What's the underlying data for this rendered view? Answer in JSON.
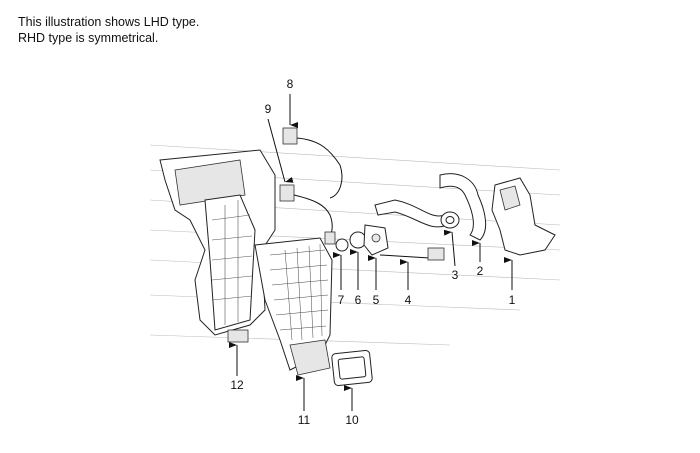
{
  "note": {
    "line1": "This illustration shows LHD type.",
    "line2": "RHD type is symmetrical."
  },
  "callouts": [
    "1",
    "2",
    "3",
    "4",
    "5",
    "6",
    "7",
    "8",
    "9",
    "10",
    "11",
    "12"
  ]
}
